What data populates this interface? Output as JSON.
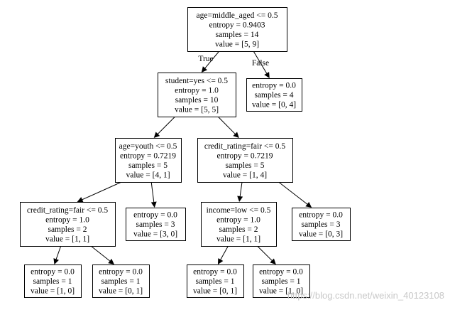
{
  "nodes": [
    {
      "id": "n0",
      "lines": [
        "age=middle_aged <= 0.5",
        "entropy = 0.9403",
        "samples = 14",
        "value = [5, 9]"
      ]
    },
    {
      "id": "n1",
      "lines": [
        "student=yes <= 0.5",
        "entropy = 1.0",
        "samples = 10",
        "value = [5, 5]"
      ]
    },
    {
      "id": "n2",
      "lines": [
        "entropy = 0.0",
        "samples = 4",
        "value = [0, 4]"
      ]
    },
    {
      "id": "n3",
      "lines": [
        "age=youth <= 0.5",
        "entropy = 0.7219",
        "samples = 5",
        "value = [4, 1]"
      ]
    },
    {
      "id": "n4",
      "lines": [
        "credit_rating=fair <= 0.5",
        "entropy = 0.7219",
        "samples = 5",
        "value = [1, 4]"
      ]
    },
    {
      "id": "n5",
      "lines": [
        "credit_rating=fair <= 0.5",
        "entropy = 1.0",
        "samples = 2",
        "value = [1, 1]"
      ]
    },
    {
      "id": "n6",
      "lines": [
        "entropy = 0.0",
        "samples = 3",
        "value = [3, 0]"
      ]
    },
    {
      "id": "n7",
      "lines": [
        "income=low <= 0.5",
        "entropy = 1.0",
        "samples = 2",
        "value = [1, 1]"
      ]
    },
    {
      "id": "n8",
      "lines": [
        "entropy = 0.0",
        "samples = 3",
        "value = [0, 3]"
      ]
    },
    {
      "id": "n9",
      "lines": [
        "entropy = 0.0",
        "samples = 1",
        "value = [1, 0]"
      ]
    },
    {
      "id": "n10",
      "lines": [
        "entropy = 0.0",
        "samples = 1",
        "value = [0, 1]"
      ]
    },
    {
      "id": "n11",
      "lines": [
        "entropy = 0.0",
        "samples = 1",
        "value = [0, 1]"
      ]
    },
    {
      "id": "n12",
      "lines": [
        "entropy = 0.0",
        "samples = 1",
        "value = [1, 0]"
      ]
    }
  ],
  "edges": [
    {
      "from": "n0",
      "to": "n1",
      "label": "True"
    },
    {
      "from": "n0",
      "to": "n2",
      "label": "False"
    },
    {
      "from": "n1",
      "to": "n3",
      "label": ""
    },
    {
      "from": "n1",
      "to": "n4",
      "label": ""
    },
    {
      "from": "n3",
      "to": "n5",
      "label": ""
    },
    {
      "from": "n3",
      "to": "n6",
      "label": ""
    },
    {
      "from": "n4",
      "to": "n7",
      "label": ""
    },
    {
      "from": "n4",
      "to": "n8",
      "label": ""
    },
    {
      "from": "n5",
      "to": "n9",
      "label": ""
    },
    {
      "from": "n5",
      "to": "n10",
      "label": ""
    },
    {
      "from": "n7",
      "to": "n11",
      "label": ""
    },
    {
      "from": "n7",
      "to": "n12",
      "label": ""
    }
  ],
  "watermark": "https://blog.csdn.net/weixin_40123108",
  "colors": {
    "stroke": "#000000",
    "background": "#ffffff",
    "watermark": "#c8c8c8"
  }
}
